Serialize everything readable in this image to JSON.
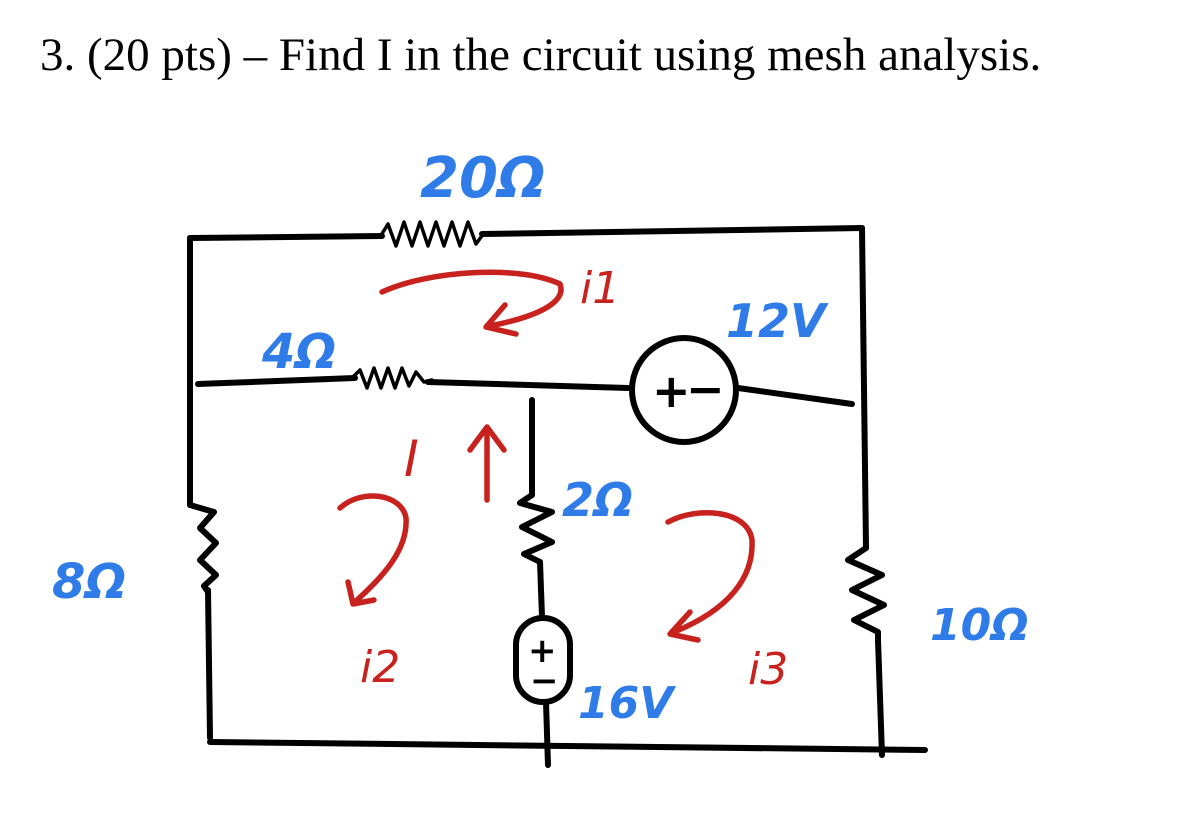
{
  "question": {
    "text": "3.   (20 pts) – Find I in the circuit using mesh analysis."
  },
  "circuit": {
    "resistors": {
      "r_top": "20Ω",
      "r_mid": "4Ω",
      "r_left": "8Ω",
      "r_center": "2Ω",
      "r_right": "10Ω"
    },
    "sources": {
      "v_top": {
        "label": "12V",
        "polarity": [
          "+",
          "−"
        ]
      },
      "v_bottom": {
        "label": "16V",
        "polarity": [
          "+",
          "−"
        ]
      }
    },
    "currents": {
      "mesh1": "i1",
      "mesh2": "i2",
      "mesh3": "i3",
      "branch": "I"
    },
    "colors": {
      "wires": "#000000",
      "component_labels": "#2f7ce8",
      "current_annotations": "#c8221f"
    }
  }
}
